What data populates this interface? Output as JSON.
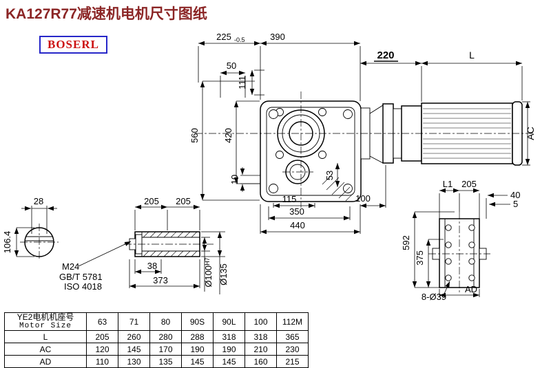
{
  "title": "KA127R77减速机电机尺寸图纸",
  "logo": "BOSERL",
  "colors": {
    "title_text": "#8b2525",
    "logo_border": "#2626c8",
    "logo_text": "#cc1111"
  },
  "drawing": {
    "front_view": {
      "d225": "225",
      "d225_tol": "-0.5",
      "d390": "390",
      "d220": "220",
      "dL": "L",
      "d50": "50",
      "d111": "111",
      "d560": "560",
      "d420": "420",
      "d10": "10",
      "d115": "115",
      "d53": "53",
      "d100": "100",
      "d350": "350",
      "d440": "440",
      "dAC": "AC"
    },
    "rear_view": {
      "dL1": "L1",
      "d205": "205",
      "d40": "40",
      "d5": "5",
      "d592": "592",
      "d375": "375",
      "dAD": "AD",
      "holes": "8-Ø39"
    },
    "shaft_section": {
      "d28": "28",
      "d106_4": "106.4"
    },
    "shaft_detail": {
      "d205a": "205",
      "d205b": "205",
      "m24": "M24",
      "gbt": "GB/T 5781",
      "iso": "ISO 4018",
      "d38": "38",
      "d373": "373",
      "d100h7_base": "Ø100",
      "d100h7_sup": "H7",
      "d135": "Ø135"
    }
  },
  "table": {
    "header_cn": "YE2电机机座号",
    "header_en": "Motor Size",
    "columns": [
      "63",
      "71",
      "80",
      "90S",
      "90L",
      "100",
      "112M"
    ],
    "rows": [
      {
        "label": "L",
        "values": [
          "205",
          "260",
          "280",
          "288",
          "318",
          "318",
          "365"
        ]
      },
      {
        "label": "AC",
        "values": [
          "120",
          "145",
          "170",
          "190",
          "190",
          "210",
          "230"
        ]
      },
      {
        "label": "AD",
        "values": [
          "110",
          "130",
          "135",
          "145",
          "145",
          "160",
          "215"
        ]
      }
    ]
  }
}
